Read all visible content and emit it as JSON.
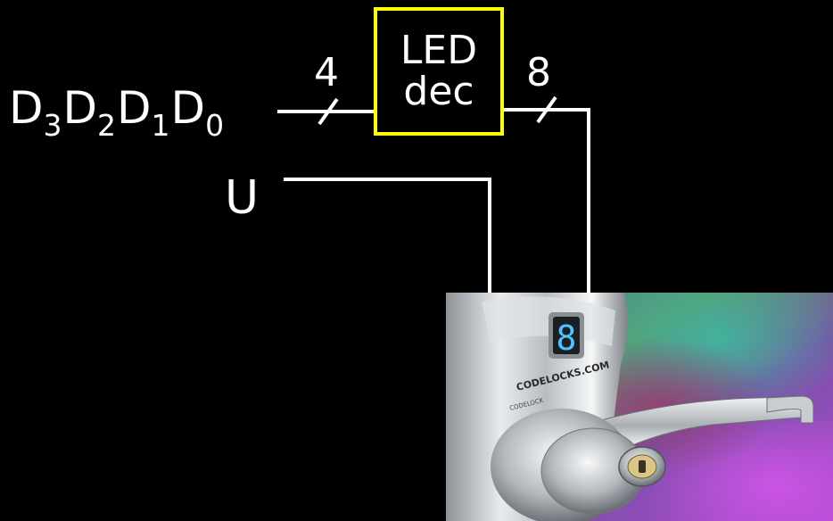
{
  "inputs": {
    "letter": "D",
    "subscripts": [
      "3",
      "2",
      "1",
      "0"
    ]
  },
  "unlock_label": "U",
  "decoder": {
    "line1": "LED",
    "line2": "dec",
    "border_color": "#ffff00"
  },
  "bus_widths": {
    "input": "4",
    "output": "8"
  },
  "photo": {
    "brand": "CODELOCKS.COM",
    "brand_small": "CODELOCK",
    "display_digit": "8",
    "display_color": "#4fc3ff"
  },
  "colors": {
    "background": "#000000",
    "wire": "#ffffff",
    "text": "#ffffff"
  }
}
